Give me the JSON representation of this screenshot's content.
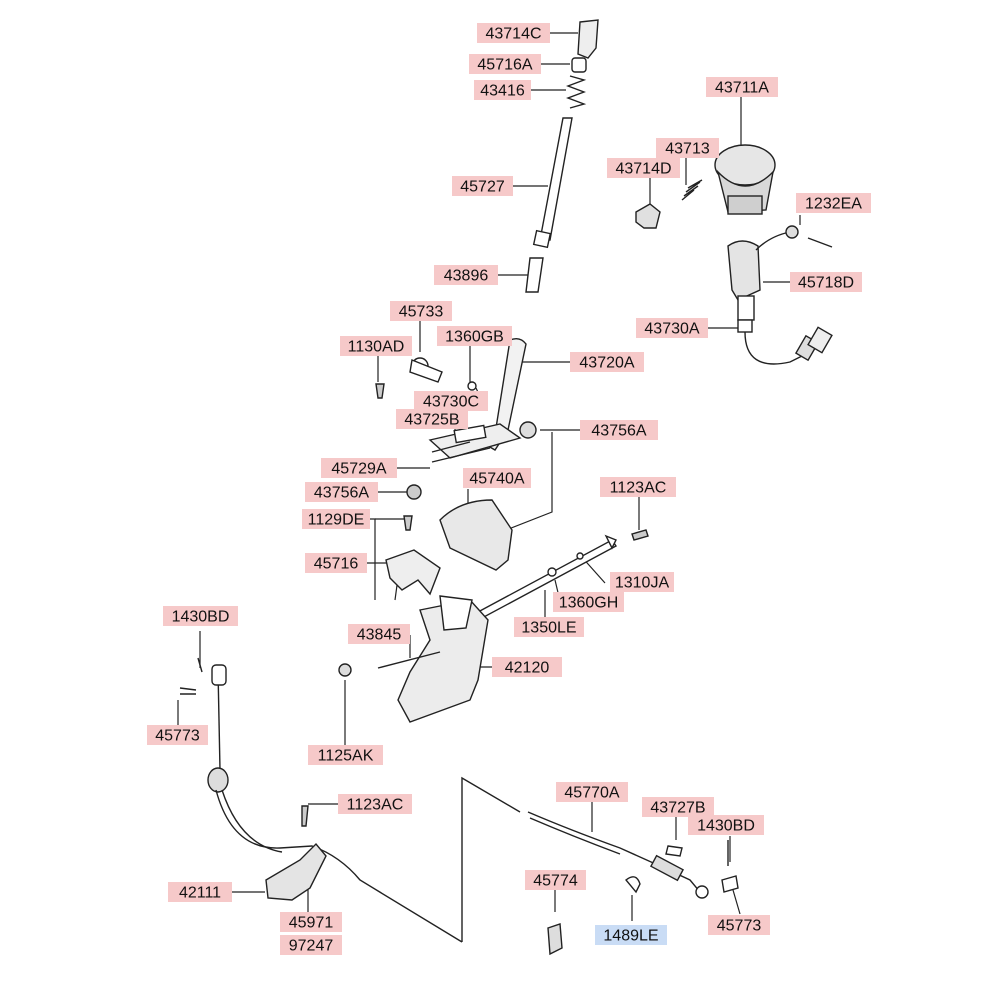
{
  "colors": {
    "label_bg": "#f6c9c9",
    "label_bg_alt": "#c9dcf5",
    "line": "#222222",
    "part_fill": "#ffffff",
    "part_shade": "#d8d8d8"
  },
  "parts": [
    {
      "id": "p01",
      "text": "43714C"
    },
    {
      "id": "p02",
      "text": "45716A"
    },
    {
      "id": "p03",
      "text": "43416"
    },
    {
      "id": "p04",
      "text": "45727"
    },
    {
      "id": "p05",
      "text": "43896"
    },
    {
      "id": "p06",
      "text": "43711A"
    },
    {
      "id": "p07",
      "text": "43713"
    },
    {
      "id": "p08",
      "text": "43714D"
    },
    {
      "id": "p09",
      "text": "1232EA"
    },
    {
      "id": "p10",
      "text": "45718D"
    },
    {
      "id": "p11",
      "text": "43730A"
    },
    {
      "id": "p12",
      "text": "45733"
    },
    {
      "id": "p13",
      "text": "1360GB"
    },
    {
      "id": "p14",
      "text": "1130AD"
    },
    {
      "id": "p15",
      "text": "43720A"
    },
    {
      "id": "p16",
      "text": "43730C"
    },
    {
      "id": "p17",
      "text": "43725B"
    },
    {
      "id": "p18",
      "text": "43756A"
    },
    {
      "id": "p19",
      "text": "45729A"
    },
    {
      "id": "p20",
      "text": "45740A"
    },
    {
      "id": "p21",
      "text": "43756A"
    },
    {
      "id": "p22",
      "text": "1123AC"
    },
    {
      "id": "p23",
      "text": "1129DE"
    },
    {
      "id": "p24",
      "text": "45716"
    },
    {
      "id": "p25",
      "text": "1310JA"
    },
    {
      "id": "p26",
      "text": "1360GH"
    },
    {
      "id": "p27",
      "text": "1350LE"
    },
    {
      "id": "p28",
      "text": "1430BD"
    },
    {
      "id": "p29",
      "text": "43845"
    },
    {
      "id": "p30",
      "text": "42120"
    },
    {
      "id": "p31",
      "text": "45773"
    },
    {
      "id": "p32",
      "text": "1125AK"
    },
    {
      "id": "p33",
      "text": "1123AC"
    },
    {
      "id": "p34",
      "text": "45770A"
    },
    {
      "id": "p35",
      "text": "43727B"
    },
    {
      "id": "p36",
      "text": "1430BD"
    },
    {
      "id": "p37",
      "text": "42111"
    },
    {
      "id": "p38",
      "text": "45774"
    },
    {
      "id": "p39",
      "text": "45971"
    },
    {
      "id": "p40",
      "text": "97247"
    },
    {
      "id": "p41",
      "text": "1489LE"
    },
    {
      "id": "p42",
      "text": "45773"
    }
  ]
}
